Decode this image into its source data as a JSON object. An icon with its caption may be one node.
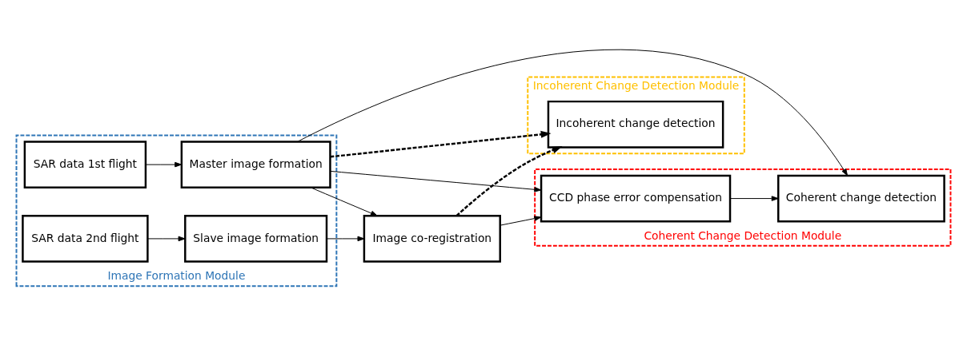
{
  "diagram": {
    "nodes": [
      {
        "text": [
          "Image Formation Module"
        ]
      },
      {
        "text": [
          "SAR data 1st flight"
        ],
        "in": 0
      },
      {
        "text": [
          "Master image formation"
        ],
        "in": 0
      },
      {
        "text": [
          "SAR data 2nd flight"
        ],
        "in": 0
      },
      {
        "text": [
          "Slave image formation"
        ],
        "in": 0
      },
      {
        "text": [
          "Incoherent Change Detection Module"
        ]
      },
      {
        "text": [
          "Incoherent change detection"
        ],
        "in": 5
      },
      {
        "text": [
          "Coherent Change Detection Module"
        ]
      },
      {
        "text": [
          "Coherent change detection"
        ],
        "in": 7
      },
      {
        "text": [
          "CCD phase error compensation"
        ],
        "in": 7
      },
      {
        "text": [
          "Image co-registration"
        ]
      }
    ],
    "edges": [
      {
        "from": 1,
        "to": 2,
        "arrow": "to"
      },
      {
        "from": 3,
        "to": 4,
        "arrow": "to"
      },
      {
        "from": 4,
        "to": 10,
        "arrow": "to"
      },
      {
        "from": 2,
        "to": 8,
        "arrow": "to"
      },
      {
        "from": 2,
        "to": 10,
        "arrow": "to"
      },
      {
        "from": 2,
        "to": 9,
        "arrow": "to"
      },
      {
        "from": 2,
        "to": 6,
        "arrow": "to",
        "style": "dashed"
      },
      {
        "from": 10,
        "to": 6,
        "arrow": "to",
        "style": "dashed"
      },
      {
        "from": 10,
        "to": 9,
        "arrow": "to"
      },
      {
        "from": 9,
        "to": 8,
        "arrow": "to"
      }
    ]
  }
}
